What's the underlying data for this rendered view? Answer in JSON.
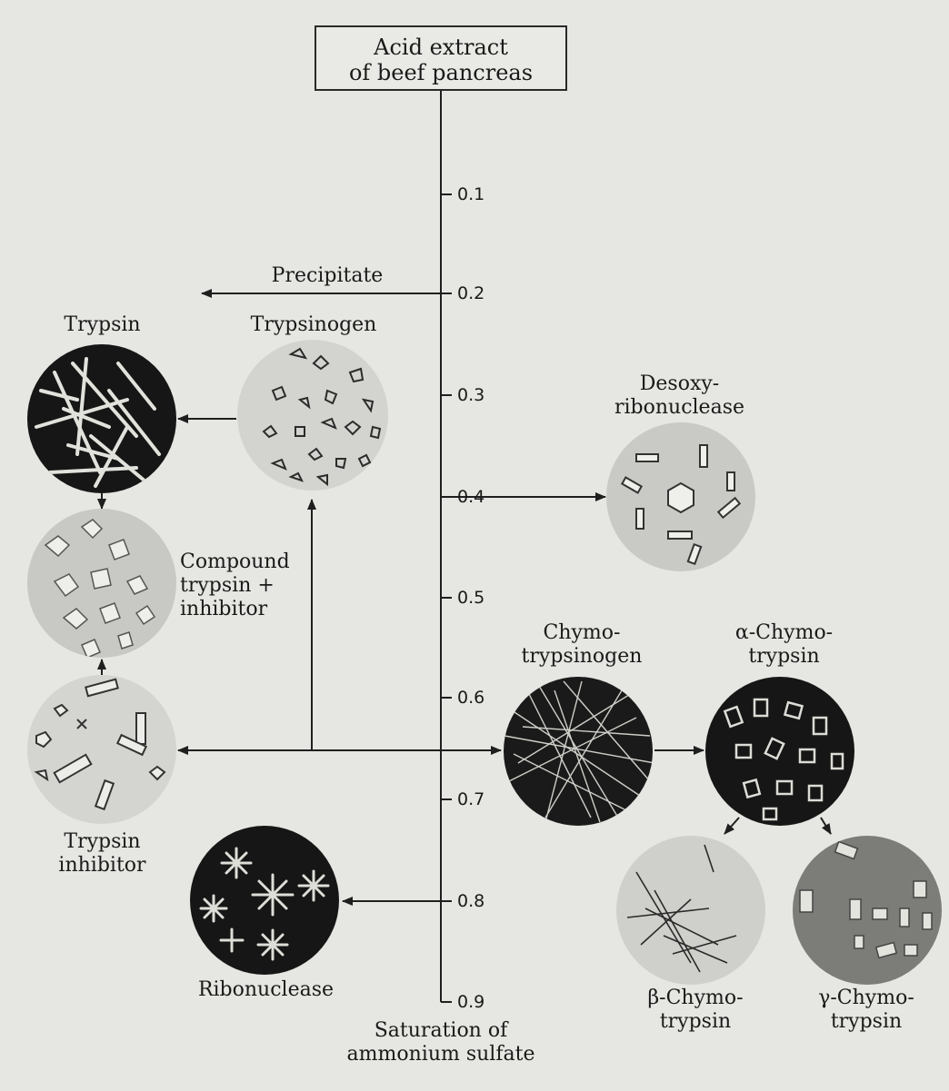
{
  "title": "Acid extract\nof beef pancreas",
  "axis": {
    "label": "Saturation of\nammonium sulfate",
    "ticks": [
      "0.1",
      "0.2",
      "0.3",
      "0.4",
      "0.5",
      "0.6",
      "0.7",
      "0.8",
      "0.9"
    ]
  },
  "precipitate_label": "Precipitate",
  "crystals": {
    "trypsin": "Trypsin",
    "trypsinogen": "Trypsinogen",
    "compound": "Compound\ntrypsin +\ninhibitor",
    "trypsin_inhibitor": "Trypsin\ninhibitor",
    "ribonuclease": "Ribonuclease",
    "desoxyribonuclease": "Desoxy-\nribonuclease",
    "chymotrypsinogen": "Chymo-\ntrypsinogen",
    "alpha_chymotrypsin": "α-Chymo-\ntrypsin",
    "beta_chymotrypsin": "β-Chymo-\ntrypsin",
    "gamma_chymotrypsin": "γ-Chymo-\ntrypsin"
  },
  "colors": {
    "ink": "#1f1f1f",
    "background": "#e6e6e2",
    "dark_field": "#161616",
    "light_field": "#c9c9c5"
  }
}
